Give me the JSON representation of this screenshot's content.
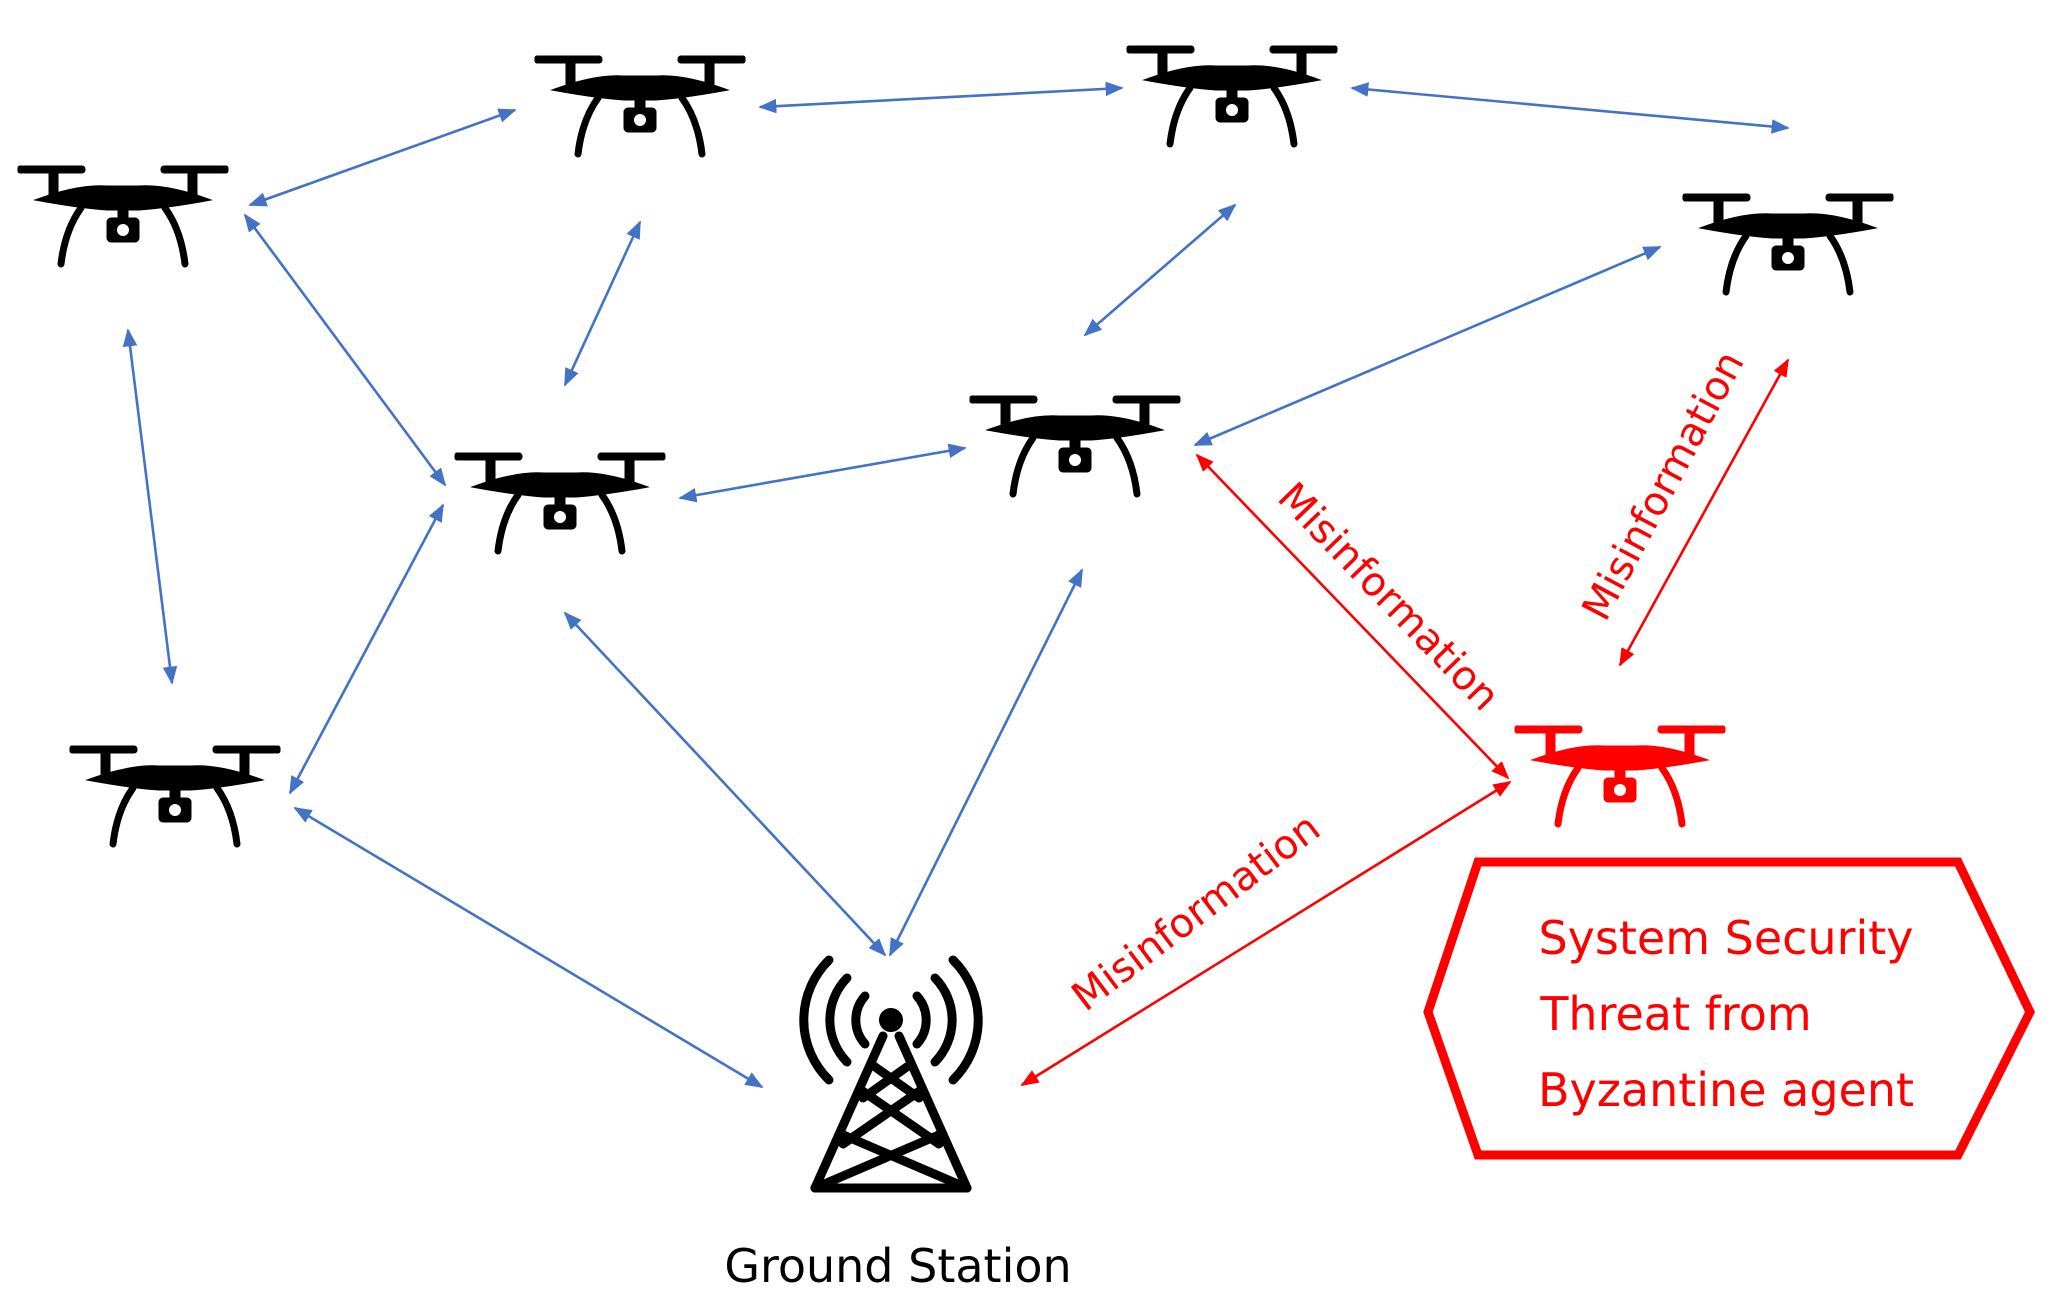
{
  "colors": {
    "link": "#4472C4",
    "threat": "#FF0000",
    "node": "#000000",
    "background": "#FFFFFF"
  },
  "nodes": [
    {
      "id": "drone-top-left",
      "kind": "drone",
      "status": "normal"
    },
    {
      "id": "drone-top-center-left",
      "kind": "drone",
      "status": "normal"
    },
    {
      "id": "drone-top-center-right",
      "kind": "drone",
      "status": "normal"
    },
    {
      "id": "drone-right",
      "kind": "drone",
      "status": "normal"
    },
    {
      "id": "drone-middle-left",
      "kind": "drone",
      "status": "normal"
    },
    {
      "id": "drone-middle-right",
      "kind": "drone",
      "status": "normal"
    },
    {
      "id": "drone-bottom-left",
      "kind": "drone",
      "status": "normal"
    },
    {
      "id": "drone-byzantine",
      "kind": "drone",
      "status": "byzantine"
    },
    {
      "id": "ground-station",
      "kind": "tower",
      "label": "Ground Station"
    }
  ],
  "links": [
    {
      "from": "drone-top-left",
      "to": "drone-top-center-left",
      "type": "normal"
    },
    {
      "from": "drone-top-center-left",
      "to": "drone-top-center-right",
      "type": "normal"
    },
    {
      "from": "drone-top-center-right",
      "to": "drone-right",
      "type": "normal"
    },
    {
      "from": "drone-top-left",
      "to": "drone-bottom-left",
      "type": "normal"
    },
    {
      "from": "drone-top-left",
      "to": "drone-middle-left",
      "type": "normal"
    },
    {
      "from": "drone-top-center-left",
      "to": "drone-middle-left",
      "type": "normal"
    },
    {
      "from": "drone-top-center-right",
      "to": "drone-middle-right",
      "type": "normal"
    },
    {
      "from": "drone-middle-left",
      "to": "drone-middle-right",
      "type": "normal"
    },
    {
      "from": "drone-middle-right",
      "to": "drone-right",
      "type": "normal"
    },
    {
      "from": "drone-middle-left",
      "to": "drone-bottom-left",
      "type": "normal"
    },
    {
      "from": "drone-middle-left",
      "to": "ground-station",
      "type": "normal"
    },
    {
      "from": "drone-middle-right",
      "to": "ground-station",
      "type": "normal"
    },
    {
      "from": "drone-bottom-left",
      "to": "ground-station",
      "type": "normal"
    },
    {
      "from": "drone-middle-right",
      "to": "drone-byzantine",
      "type": "misinformation",
      "label": "Misinformation"
    },
    {
      "from": "drone-right",
      "to": "drone-byzantine",
      "type": "misinformation",
      "label": "Misinformation"
    },
    {
      "from": "ground-station",
      "to": "drone-byzantine",
      "type": "misinformation",
      "label": "Misinformation"
    }
  ],
  "labels": {
    "ground_station": "Ground Station",
    "misinfo_1": "Misinformation",
    "misinfo_2": "Misinformation",
    "misinfo_3": "Misinformation"
  },
  "threat_box": {
    "line1": "System Security",
    "line2": "Threat from",
    "line3": "Byzantine agent"
  }
}
